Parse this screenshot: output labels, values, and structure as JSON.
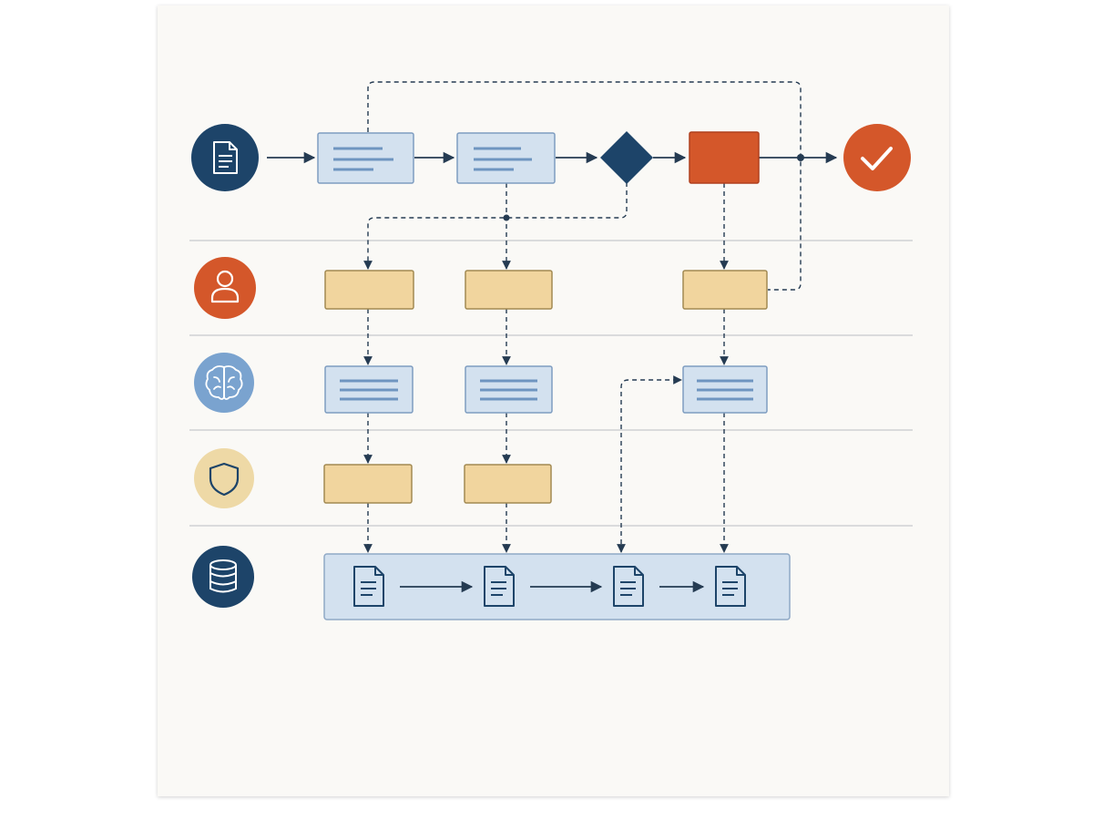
{
  "colors": {
    "navy": "#1d4469",
    "orange": "#d4572a",
    "mid_blue": "#7aa3cf",
    "sand": "#eed9a6",
    "light_blue_fill": "#d3e1ef",
    "light_blue_stroke": "#7e9dc0",
    "sand_fill": "#f1d59e",
    "sand_stroke": "#a28a52",
    "line": "#253b52",
    "divider": "#c6c9cc"
  },
  "lanes": [
    {
      "id": "process",
      "icon": "document-icon",
      "color": "navy"
    },
    {
      "id": "user",
      "icon": "user-icon",
      "color": "orange"
    },
    {
      "id": "ai",
      "icon": "brain-icon",
      "color": "mid_blue"
    },
    {
      "id": "security",
      "icon": "shield-icon",
      "color": "sand"
    },
    {
      "id": "storage",
      "icon": "database-icon",
      "color": "navy"
    }
  ],
  "end_icon": "checkmark-icon",
  "storage_documents": 4
}
